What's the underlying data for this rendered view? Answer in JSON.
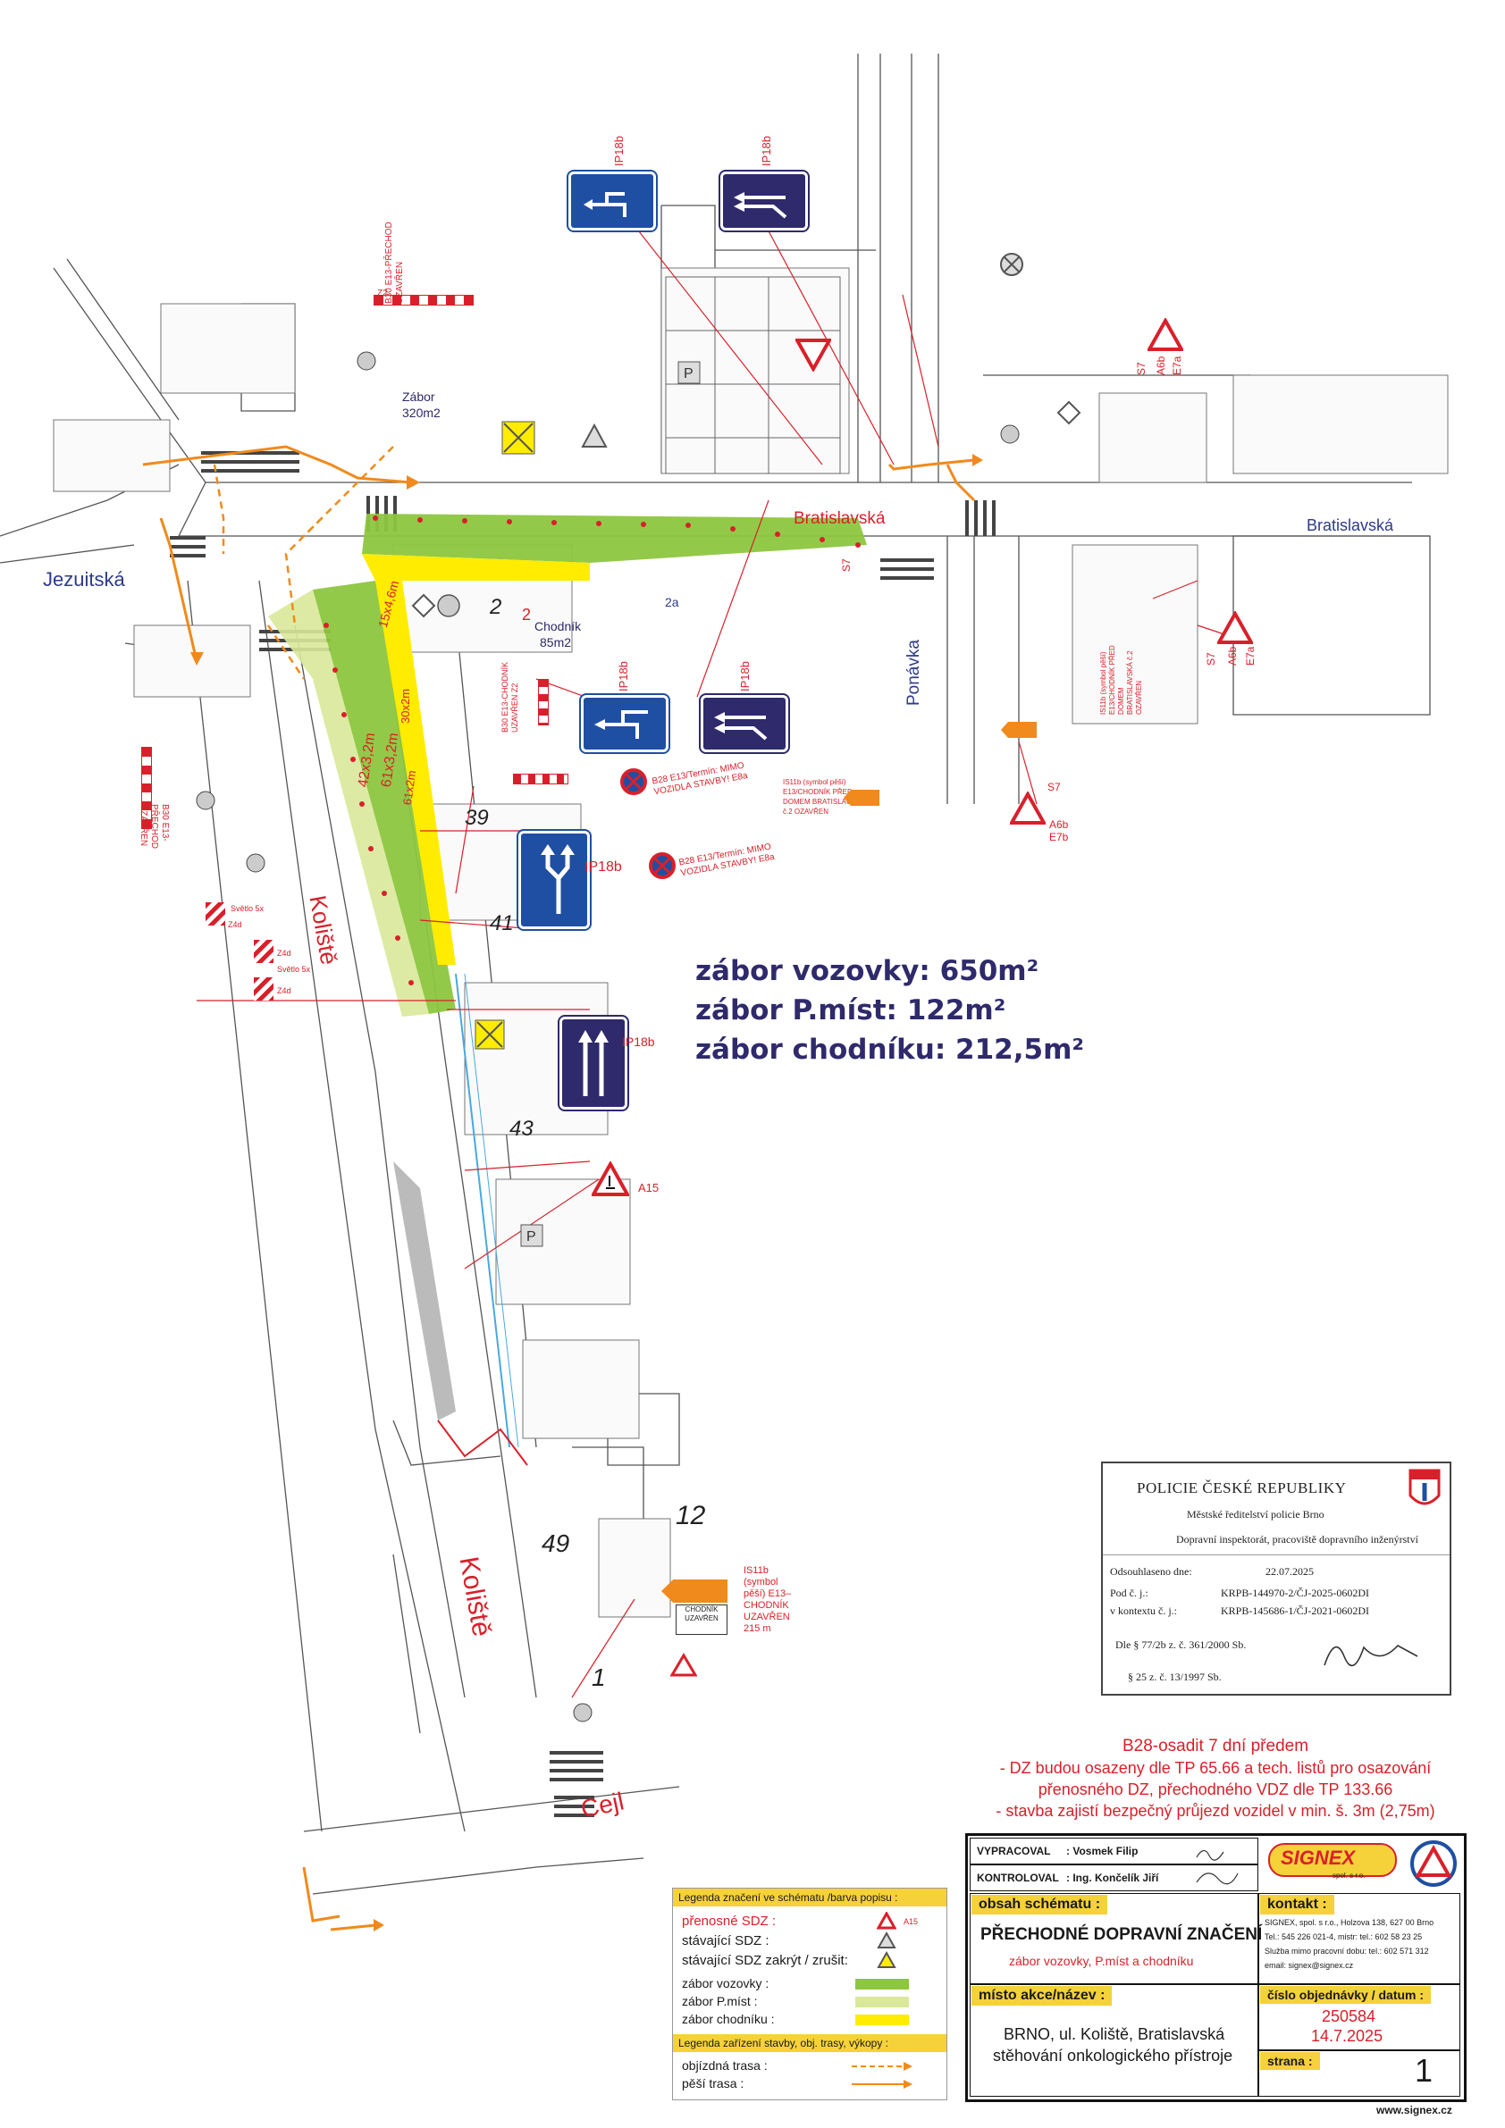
{
  "streets": {
    "jezuitska": "Jezuitská",
    "bratislavska": "Bratislavská",
    "kolište": "Koliště",
    "ponavka": "Ponávka",
    "cejl": "Cejl"
  },
  "buildings": [
    "2",
    "2a",
    "39",
    "41",
    "43",
    "49",
    "12",
    "1"
  ],
  "zones": {
    "zabor_label": "Zábor",
    "zabor_area": "320m2",
    "chodnik_label": "Chodník",
    "chodnik_area": "85m2",
    "dim1": "15x4,6m",
    "dim2": "30x2m",
    "dim3": "42x3,2m",
    "dim4": "61x3,2m",
    "dim5": "61x2m"
  },
  "sign_tags": {
    "ip18b": "IP18b",
    "a15": "A15",
    "s7": "S7",
    "a6b": "A6b",
    "e7a": "E7a",
    "e7b": "E7b",
    "z2": "Z2",
    "z4d": "Z4d",
    "svetlo": "Světlo 5x"
  },
  "sign_notes": {
    "b30_e13": "B30 E13-PŘECHOD UZAVŘEN",
    "b30_chodnik": "B30 E13-CHODNÍK UZAVŘEN Z2",
    "b28": "B28 E13/Termín: MIMO VOZIDLA STAVBY! E8a",
    "is11b_1": "IS11b (symbol pěší) E13/CHODNÍK PŘED DOMEM BRATISLAVSKÁ č.2 OZAVŘEN",
    "is11b_cejl": "IS11b (symbol pěší) E13– CHODNÍK UZAVŘEN 215 m",
    "chodnik_uzavren": "CHODNÍK UZAVŘEN"
  },
  "summary": {
    "line1": "zábor vozovky: 650m²",
    "line2": "zábor P.míst: 122m²",
    "line3": "zábor chodníku: 212,5m²"
  },
  "police": {
    "title": "POLICIE ČESKÉ REPUBLIKY",
    "sub1": "Městské ředitelství policie Brno",
    "sub2": "Dopravní inspektorát, pracoviště dopravního inženýrství",
    "approved_label": "Odsouhlaseno dne:",
    "approved_date": "22.07.2025",
    "ref_label": "Pod č. j.:",
    "ref_value": "KRPB-144970-2/ČJ-2025-0602DI",
    "ctx_label": "v kontextu č. j.:",
    "ctx_value": "KRPB-145686-1/ČJ-2021-0602DI",
    "law1": "Dle § 77/2b z. č. 361/2000 Sb.",
    "law2": "§ 25 z. č. 13/1997 Sb."
  },
  "notes": {
    "line1": "B28-osadit 7 dní předem",
    "line2": "- DZ budou osazeny dle TP 65.66 a tech. listů pro osazování",
    "line3": "přenosného DZ, přechodného VDZ dle TP 133.66",
    "line4": "- stavba zajistí bezpečný průjezd vozidel v min. š. 3m (2,75m)"
  },
  "legend": {
    "header1": "Legenda značení ve schématu /barva popisu :",
    "prenosne": "přenosné SDZ :",
    "a15": "A15",
    "stavajici": "stávající SDZ :",
    "zakryt": "stávající SDZ zakrýt / zrušit:",
    "vozovky": "zábor vozovky :",
    "pmist": "zábor P.míst :",
    "chodniku": "zábor chodníku :",
    "header2": "Legenda zařízení stavby, obj. trasy, výkopy :",
    "objizdna": "objízdná trasa :",
    "pesi": "pěší trasa :",
    "color_vozovky": "#8dc63f",
    "color_pmist": "#d9e89a",
    "color_chodniku": "#ffec00"
  },
  "titleblock": {
    "vypracoval_label": "VYPRACOVAL",
    "vypracoval_name": ": Vosmek Filip",
    "kontroloval_label": "KONTROLOVAL",
    "kontroloval_name": ": Ing. Končelík Jiří",
    "logo": "SIGNEX",
    "logo_sub": "spol. s r.o.",
    "obsah_label": "obsah schématu :",
    "obsah_title": "PŘECHODNÉ DOPRAVNÍ ZNAČENÍ",
    "obsah_sub": "zábor vozovky, P.míst a chodníku",
    "kontakt_label": "kontakt :",
    "kontakt1": "SIGNEX, spol. s r.o., Holzova 138, 627 00 Brno",
    "kontakt2": "Tel.: 545 226 021-4, mistr: tel.: 602 58 23 25",
    "kontakt3": "Služba mimo pracovní dobu: tel.: 602 571 312",
    "kontakt4": "email: signex@signex.cz",
    "misto_label": "místo akce/název :",
    "misto1": "BRNO, ul. Koliště, Bratislavská",
    "misto2": "stěhování onkologického přístroje",
    "cislo_label": "číslo objednávky / datum :",
    "cislo": "250584",
    "datum": "14.7.2025",
    "strana_label": "strana :",
    "strana": "1"
  },
  "website": "www.signex.cz",
  "colors": {
    "zabor_vozovky": "#8dc63f",
    "zabor_chodniku": "#ffec00",
    "route": "#f08a1c",
    "red_text": "#d9202a",
    "navy": "#2e2a6b",
    "ip_blue": "#1f4fa2"
  }
}
